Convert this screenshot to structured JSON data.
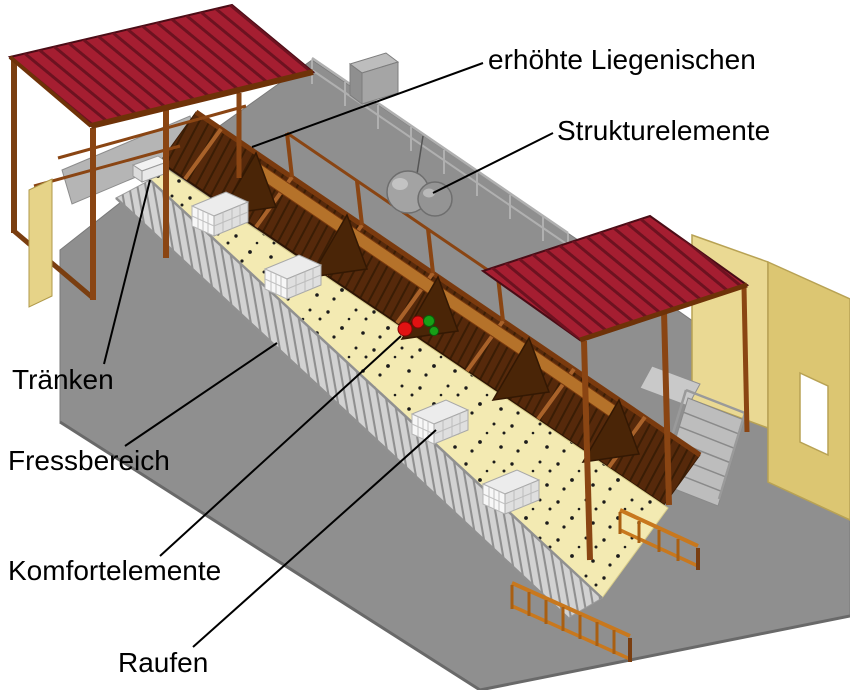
{
  "diagram": {
    "labels": {
      "liegenischen": "erhöhte Liegenischen",
      "strukturelemente": "Strukturelemente",
      "traenken": "Tränken",
      "fressbereich": "Fressbereich",
      "komfortelemente": "Komfortelemente",
      "raufen": "Raufen"
    },
    "colors": {
      "roof_red": "#a51e31",
      "roof_stripe": "#6d1220",
      "wood_dark": "#56290b",
      "wood_mid": "#8a4513",
      "wood_light": "#b5722a",
      "fence_orange": "#c8781e",
      "floor_yellow": "#f3eab2",
      "wall_yellow": "#ead993",
      "ground_gray": "#8f8f8f",
      "rail_gray": "#b8b8b8",
      "comfort_red": "#e11212",
      "comfort_green": "#17a017"
    }
  }
}
